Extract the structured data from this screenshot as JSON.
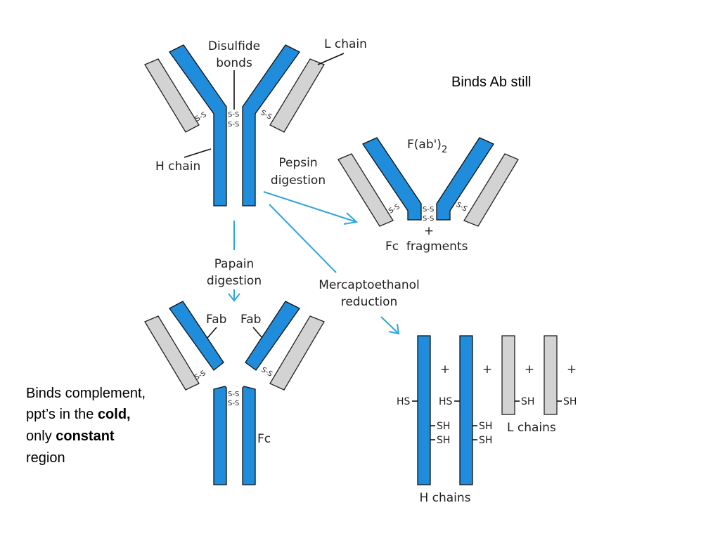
{
  "labels": {
    "disulfide_line1": "Disulfide",
    "disulfide_line2": "bonds",
    "l_chain": "L chain",
    "h_chain": "H chain",
    "binds_ab_still": "Binds Ab still",
    "pepsin_line1": "Pepsin",
    "pepsin_line2": "digestion",
    "fab2_main": "F(ab')",
    "fab2_sub": "2",
    "plus": "+",
    "fc_fragments": "Fc  fragments",
    "papain_line1": "Papain",
    "papain_line2": "digestion",
    "merc_line1": "Mercaptoethanol",
    "merc_line2": "reduction",
    "fab": "Fab",
    "fc": "Fc",
    "h_chains": "H chains",
    "l_chains": "L chains",
    "hs": "HS",
    "sh": "SH",
    "ss": "S-S"
  },
  "notes": {
    "complement_line1": "Binds complement,",
    "complement_line2_pre": "ppt’s in the ",
    "complement_line2_bold": "cold,",
    "complement_line3_pre": "only ",
    "complement_line3_bold": "constant",
    "complement_line4": "region"
  },
  "colors": {
    "heavy_chain": "#1f8ddb",
    "light_chain": "#d3d3d3",
    "arrow": "#2ea6d9"
  }
}
